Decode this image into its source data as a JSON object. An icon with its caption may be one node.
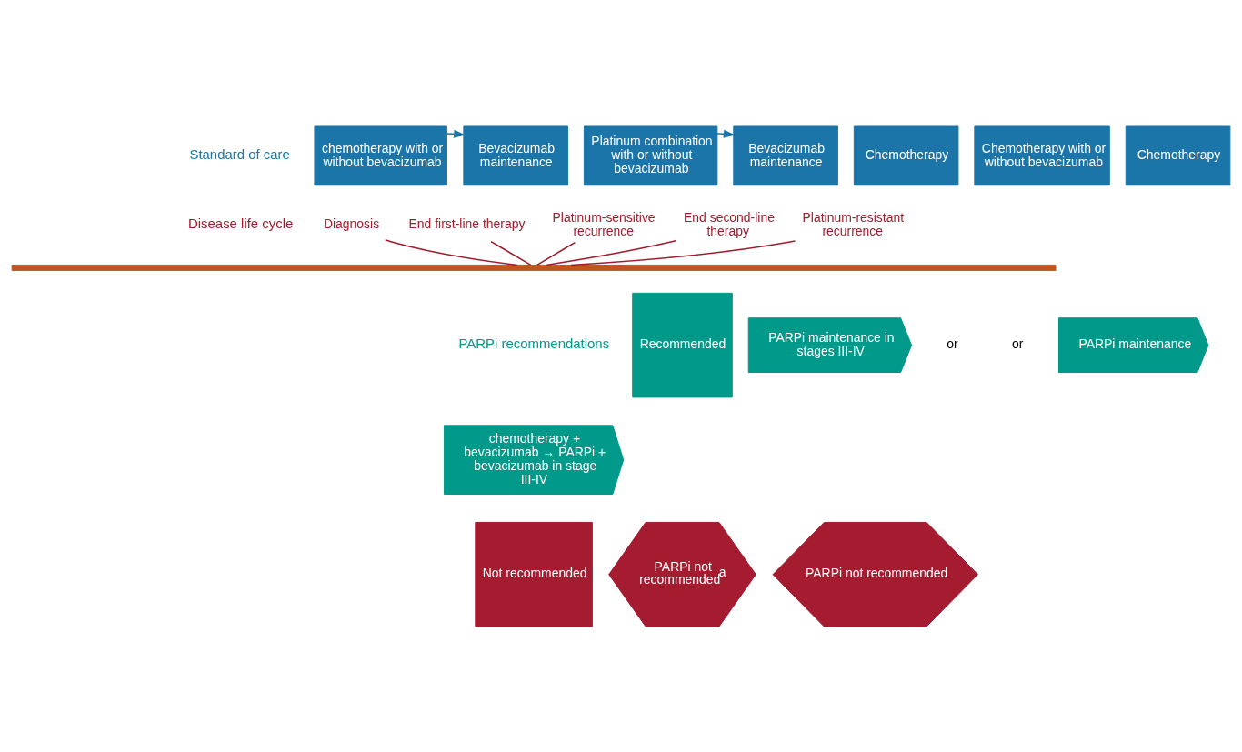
{
  "diagram": {
    "nodes": [
      {
        "text": [
          "chemotherapy with or without bevacizumab"
        ]
      },
      {
        "text": [
          "Bevacizumab maintenance"
        ]
      },
      {
        "text": [
          "Platinum combination with or without bevacizumab"
        ]
      },
      {
        "text": [
          "Bevacizumab maintenance"
        ]
      },
      {
        "text": [
          "Chemotherapy"
        ]
      },
      {
        "text": [
          "Chemotherapy with or without bevacizumab"
        ]
      },
      {
        "text": [
          "Chemotherapy"
        ]
      },
      {
        "text": [
          "Recommended"
        ]
      },
      {
        "text": [
          "PARPi maintenance in stages III-IV"
        ]
      },
      {
        "text": [
          "chemotherapy + bevacizumab → PARPi + bevacizumab in stage III-IV"
        ]
      },
      {
        "text": [
          "PARPi maintenance"
        ]
      },
      {
        "text": [
          "Not recommended"
        ]
      },
      {
        "text": [
          "PARPi not recommended$^{a}$"
        ]
      },
      {
        "text": [
          "PARPi not recommended"
        ]
      },
      {
        "text": [],
        "shape": "bar"
      },
      {
        "text": [
          "Diagnosis"
        ]
      },
      {
        "text": [
          "End first-line therapy"
        ]
      },
      {
        "text": [
          "Platinum-sensitive recurrence"
        ]
      },
      {
        "text": [
          "End second-line therapy"
        ]
      },
      {
        "text": [
          "Platinum-resistant recurrence"
        ]
      }
    ],
    "edges": [
      {
        "from": 0,
        "to": 1,
        "arrow": "to",
        "color": "#1b75a8"
      },
      {
        "from": 2,
        "to": 3,
        "arrow": "to",
        "color": "#1b75a8"
      },
      {
        "from": 15,
        "to": 14,
        "arrow": "none"
      },
      {
        "from": 16,
        "to": 14,
        "arrow": "none"
      },
      {
        "from": 17,
        "to": 14,
        "arrow": "none"
      },
      {
        "from": 18,
        "to": 14,
        "arrow": "none"
      },
      {
        "from": 19,
        "to": 14,
        "arrow": "none"
      }
    ],
    "labels": [
      "Standard of care",
      "Disease life cycle",
      "PARPi recommendations",
      "or",
      "or"
    ]
  }
}
